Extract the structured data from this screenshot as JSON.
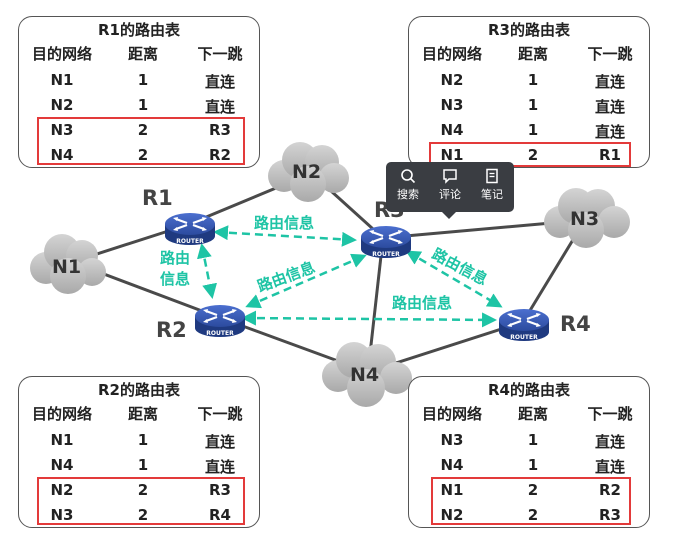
{
  "tables": [
    {
      "id": "r1",
      "title": "R1的路由表",
      "headers": [
        "目的网络",
        "距离",
        "下一跳"
      ],
      "rows": [
        [
          "N1",
          "1",
          "直连"
        ],
        [
          "N2",
          "1",
          "直连"
        ],
        [
          "N3",
          "2",
          "R3"
        ],
        [
          "N4",
          "2",
          "R2"
        ]
      ]
    },
    {
      "id": "r3",
      "title": "R3的路由表",
      "headers": [
        "目的网络",
        "距离",
        "下一跳"
      ],
      "rows": [
        [
          "N2",
          "1",
          "直连"
        ],
        [
          "N3",
          "1",
          "直连"
        ],
        [
          "N4",
          "1",
          "直连"
        ],
        [
          "N1",
          "2",
          "R1"
        ]
      ]
    },
    {
      "id": "r2",
      "title": "R2的路由表",
      "headers": [
        "目的网络",
        "距离",
        "下一跳"
      ],
      "rows": [
        [
          "N1",
          "1",
          "直连"
        ],
        [
          "N4",
          "1",
          "直连"
        ],
        [
          "N2",
          "2",
          "R3"
        ],
        [
          "N3",
          "2",
          "R4"
        ]
      ]
    },
    {
      "id": "r4",
      "title": "R4的路由表",
      "headers": [
        "目的网络",
        "距离",
        "下一跳"
      ],
      "rows": [
        [
          "N3",
          "1",
          "直连"
        ],
        [
          "N4",
          "1",
          "直连"
        ],
        [
          "N1",
          "2",
          "R2"
        ],
        [
          "N2",
          "2",
          "R3"
        ]
      ]
    }
  ],
  "routers": {
    "r1": "R1",
    "r2": "R2",
    "r3": "R3",
    "r4": "R4",
    "badge": "ROUTER"
  },
  "networks": {
    "n1": "N1",
    "n2": "N2",
    "n3": "N3",
    "n4": "N4"
  },
  "flow_labels": {
    "r1_r3": "路由信息",
    "r1_r2_line1": "路由",
    "r1_r2_line2": "信息",
    "r2_r3": "路由信息",
    "r2_r4": "路由信息",
    "r3_r4": "路由信息"
  },
  "popup": {
    "search": "搜索",
    "comment": "评论",
    "note": "笔记"
  },
  "colors": {
    "highlight": "#e33a3a",
    "flow": "#1ec4a5",
    "cloud": "#bdbdbd",
    "router": "#2e4fa8",
    "link": "#4a4a4a",
    "popup_bg": "#3a3d42"
  }
}
